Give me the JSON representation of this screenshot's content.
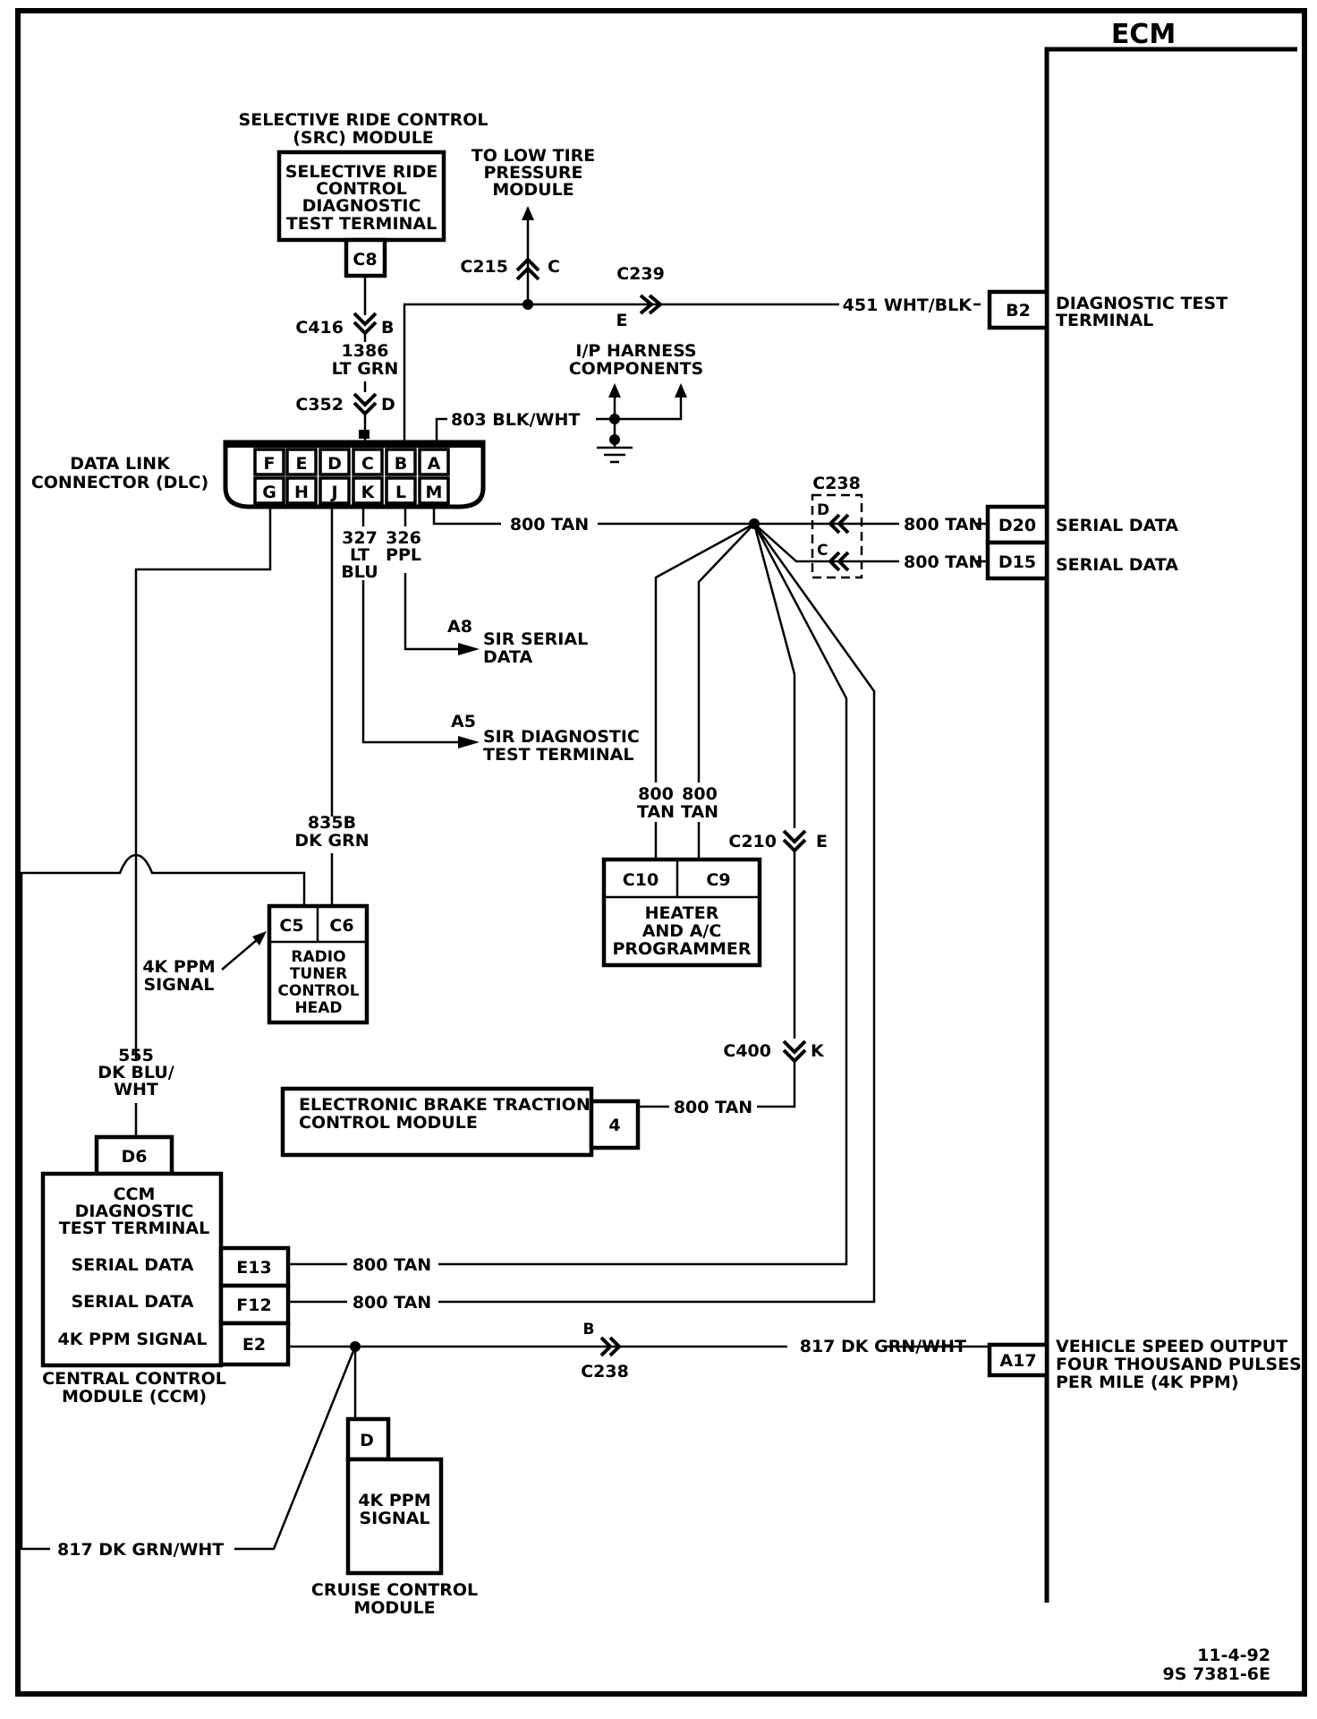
{
  "diagram": {
    "ecm": {
      "title": "ECM",
      "terminals": [
        {
          "pin": "B2",
          "label_lines": [
            "DIAGNOSTIC TEST",
            "TERMINAL"
          ],
          "wire": "451 WHT/BLK"
        },
        {
          "pin": "D20",
          "label_lines": [
            "SERIAL DATA"
          ],
          "wire": "800 TAN"
        },
        {
          "pin": "D15",
          "label_lines": [
            "SERIAL DATA"
          ],
          "wire": "800 TAN"
        },
        {
          "pin": "A17",
          "label_lines": [
            "VEHICLE SPEED OUTPUT",
            "FOUR THOUSAND PULSES",
            "PER MILE (4K PPM)"
          ],
          "wire": "817 DK GRN/WHT"
        }
      ]
    },
    "src_module": {
      "title_lines": [
        "SELECTIVE RIDE CONTROL",
        "(SRC) MODULE"
      ],
      "box_lines": [
        "SELECTIVE RIDE",
        "CONTROL",
        "DIAGNOSTIC",
        "TEST TERMINAL"
      ],
      "pin": "C8"
    },
    "low_tire": {
      "label_lines": [
        "TO LOW TIRE",
        "PRESSURE",
        "MODULE"
      ]
    },
    "ip_harness": {
      "label_lines": [
        "I/P HARNESS",
        "COMPONENTS"
      ]
    },
    "connectors": {
      "c416": {
        "name": "C416",
        "pin": "B"
      },
      "c352": {
        "name": "C352",
        "pin": "D"
      },
      "c215": {
        "name": "C215",
        "pin": "C"
      },
      "c239": {
        "name": "C239",
        "pin": "E"
      },
      "c238_top": {
        "name": "C238",
        "pins": [
          "D",
          "C"
        ]
      },
      "c210": {
        "name": "C210",
        "pin": "E"
      },
      "c400": {
        "name": "C400",
        "pin": "K"
      },
      "c238_bottom": {
        "name": "C238",
        "pin": "B"
      }
    },
    "dlc": {
      "label_lines": [
        "DATA LINK",
        "CONNECTOR (DLC)"
      ],
      "top_pins": [
        "F",
        "E",
        "D",
        "C",
        "B",
        "A"
      ],
      "bottom_pins": [
        "G",
        "H",
        "J",
        "K",
        "L",
        "M"
      ]
    },
    "wires": {
      "w1386": [
        "1386",
        "LT GRN"
      ],
      "w803": "803 BLK/WHT",
      "w800_main": "800 TAN",
      "w327": [
        "327",
        "LT",
        "BLU"
      ],
      "w326": [
        "326",
        "PPL"
      ],
      "w835b": [
        "835B",
        "DK GRN"
      ],
      "w555": [
        "555",
        "DK BLU/",
        "WHT"
      ],
      "w800_c10": [
        "800",
        "TAN"
      ],
      "w800_c9": [
        "800",
        "TAN"
      ],
      "w800_ebtcm": "800 TAN",
      "w800_e13": "800 TAN",
      "w800_f12": "800 TAN",
      "w817_left": "817 DK GRN/WHT"
    },
    "sir": {
      "serial": {
        "pin": "A8",
        "label_lines": [
          "SIR SERIAL",
          "DATA"
        ]
      },
      "diag": {
        "pin": "A5",
        "label_lines": [
          "SIR DIAGNOSTIC",
          "TEST TERMINAL"
        ]
      }
    },
    "radio": {
      "pins": [
        "C5",
        "C6"
      ],
      "label_lines": [
        "RADIO",
        "TUNER",
        "CONTROL",
        "HEAD"
      ],
      "signal_lines": [
        "4K PPM",
        "SIGNAL"
      ]
    },
    "heater": {
      "pins": [
        "C10",
        "C9"
      ],
      "label_lines": [
        "HEATER",
        "AND A/C",
        "PROGRAMMER"
      ]
    },
    "ebtcm": {
      "label_lines": [
        "ELECTRONIC BRAKE TRACTION",
        "CONTROL MODULE"
      ],
      "pin": "4"
    },
    "ccm": {
      "pin_top": "D6",
      "header_lines": [
        "CCM",
        "DIAGNOSTIC",
        "TEST TERMINAL"
      ],
      "rows": [
        {
          "label": "SERIAL DATA",
          "pin": "E13"
        },
        {
          "label": "SERIAL DATA",
          "pin": "F12"
        },
        {
          "label": "4K PPM SIGNAL",
          "pin": "E2"
        }
      ],
      "name_lines": [
        "CENTRAL CONTROL",
        "MODULE (CCM)"
      ]
    },
    "cruise": {
      "pin": "D",
      "label_lines": [
        "4K PPM",
        "SIGNAL"
      ],
      "name_lines": [
        "CRUISE CONTROL",
        "MODULE"
      ]
    },
    "footer": {
      "date": "11-4-92",
      "code": "9S 7381-6E"
    }
  }
}
